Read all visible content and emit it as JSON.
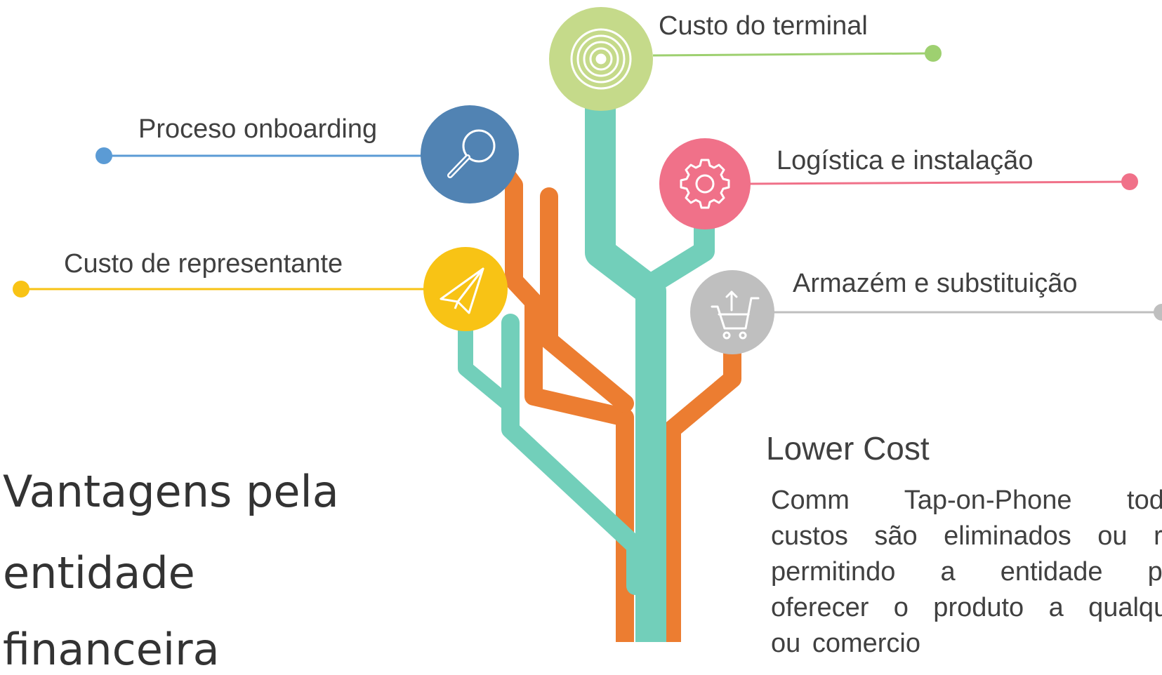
{
  "nodes": {
    "terminal": {
      "label": "Custo do terminal",
      "color": "#c5da8a",
      "icon": "target-icon"
    },
    "onboarding": {
      "label": "Proceso onboarding",
      "color": "#5183b3",
      "icon": "magnifier-icon"
    },
    "logistics": {
      "label": "Logística e instalação",
      "color": "#f07189",
      "icon": "gear-icon"
    },
    "representative": {
      "label": "Custo de representante",
      "color": "#f8c315",
      "icon": "paper-plane-icon"
    },
    "warehouse": {
      "label": "Armazém e substituição",
      "color": "#bfbfbf",
      "icon": "cart-icon"
    }
  },
  "title": {
    "line1": "Vantagens pela",
    "line2": "entidade",
    "line3": "financeira"
  },
  "side": {
    "heading": "Lower Cost",
    "line1": "Comm Tap-on-Phone todos",
    "line2": "custos são eliminados ou red",
    "line3": "permitindo a entidade pod",
    "line4": "oferecer o produto a qualquer",
    "line5": "ou comercio"
  },
  "colors": {
    "teal": "#72cfba",
    "orange": "#ec7d31",
    "text": "#404040"
  }
}
